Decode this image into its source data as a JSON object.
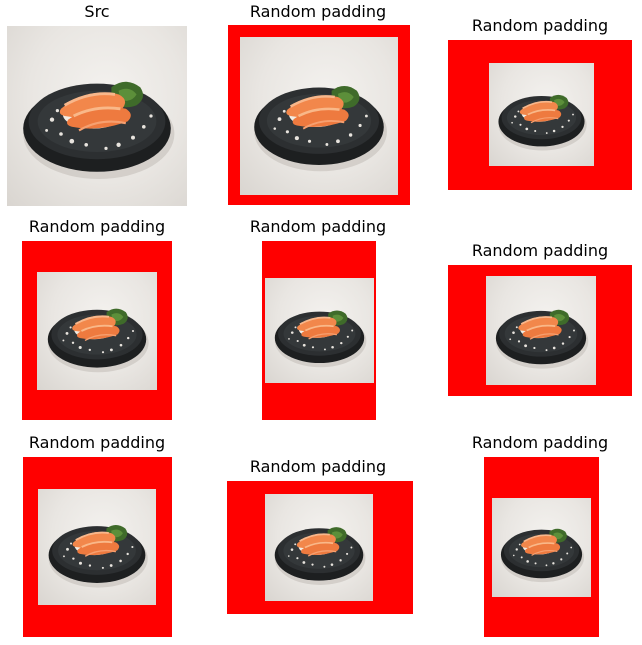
{
  "figure": {
    "colors": {
      "padding": "#ff0000",
      "background": "#ffffff",
      "photo_bg": "#ebe8e4"
    },
    "panels": [
      {
        "title": "Src",
        "padded": false
      },
      {
        "title": "Random padding",
        "padded": true
      },
      {
        "title": "Random padding",
        "padded": true
      },
      {
        "title": "Random padding",
        "padded": true
      },
      {
        "title": "Random padding",
        "padded": true
      },
      {
        "title": "Random padding",
        "padded": true
      },
      {
        "title": "Random padding",
        "padded": true
      },
      {
        "title": "Random padding",
        "padded": true
      },
      {
        "title": "Random padding",
        "padded": true
      }
    ],
    "photo_subject": "sushi-plate-image"
  }
}
